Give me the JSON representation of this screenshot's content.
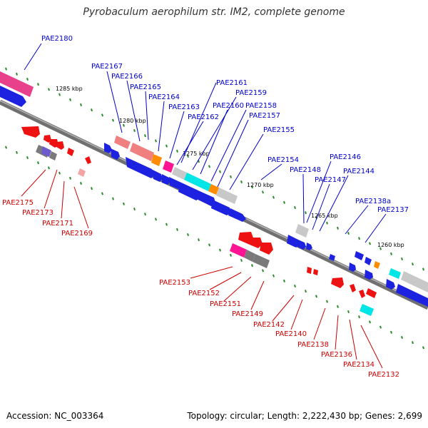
{
  "title": "Pyrobaculum aerophilum str. IM2, complete genome",
  "accession": "Accession: NC_003364",
  "summary": "Topology: circular; Length: 2,222,430 bp; Genes: 2,699",
  "colors": {
    "forward_label": "#0000cc",
    "reverse_label": "#cc0000",
    "backbone": "#7f7f7f",
    "tick": "#2b8a2b"
  },
  "kbp_labels": [
    "1285 kbp",
    "1280 kbp",
    "1275 kbp",
    "1270 kbp",
    "1265 kbp",
    "1260 kbp"
  ],
  "forward_genes": [
    "PAE2180",
    "PAE2167",
    "PAE2166",
    "PAE2165",
    "PAE2164",
    "PAE2163",
    "PAE2162",
    "PAE2161",
    "PAE2159",
    "PAE2160",
    "PAE2158",
    "PAE2157",
    "PAE2155",
    "PAE2154",
    "PAE2148",
    "PAE2146",
    "PAE2147",
    "PAE2144",
    "PAE2138a",
    "PAE2137"
  ],
  "reverse_genes": [
    "PAE2175",
    "PAE2173",
    "PAE2171",
    "PAE2169",
    "PAE2153",
    "PAE2152",
    "PAE2151",
    "PAE2149",
    "PAE2142",
    "PAE2140",
    "PAE2138",
    "PAE2136",
    "PAE2134",
    "PAE2132"
  ]
}
